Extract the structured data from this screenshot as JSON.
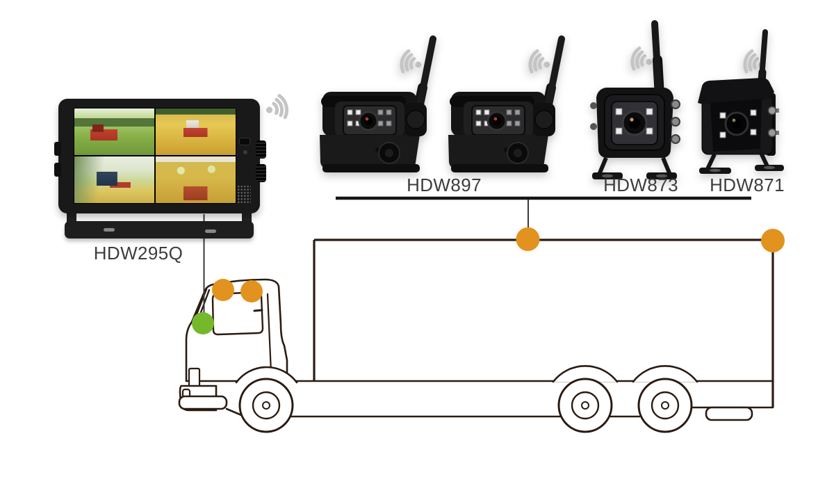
{
  "diagram": {
    "type": "wireless-camera-system-installation-diagram",
    "monitor": {
      "label": "HDW295Q",
      "screen_layout": "quad-split",
      "screen_scenes": [
        "red-harvester-green-field",
        "red-harvester-golden-field",
        "blue-cab-harvester-field",
        "harvesters-golden-field"
      ]
    },
    "camera_labels": [
      {
        "label": "HDW897"
      },
      {
        "label": "HDW873"
      },
      {
        "label": "HDW871"
      }
    ],
    "icons": {
      "wifi": "wifi-signal-dot-with-three-arcs"
    },
    "markers": {
      "orange_positions": 4,
      "green_positions": 1
    },
    "colors": {
      "marker_orange": "#E2921E",
      "marker_green": "#76B82B",
      "connector_line": "#2B1D15",
      "label_line": "#151515",
      "wifi_gray": "#C4C4C4",
      "label_text": "#3D3D3D"
    }
  }
}
